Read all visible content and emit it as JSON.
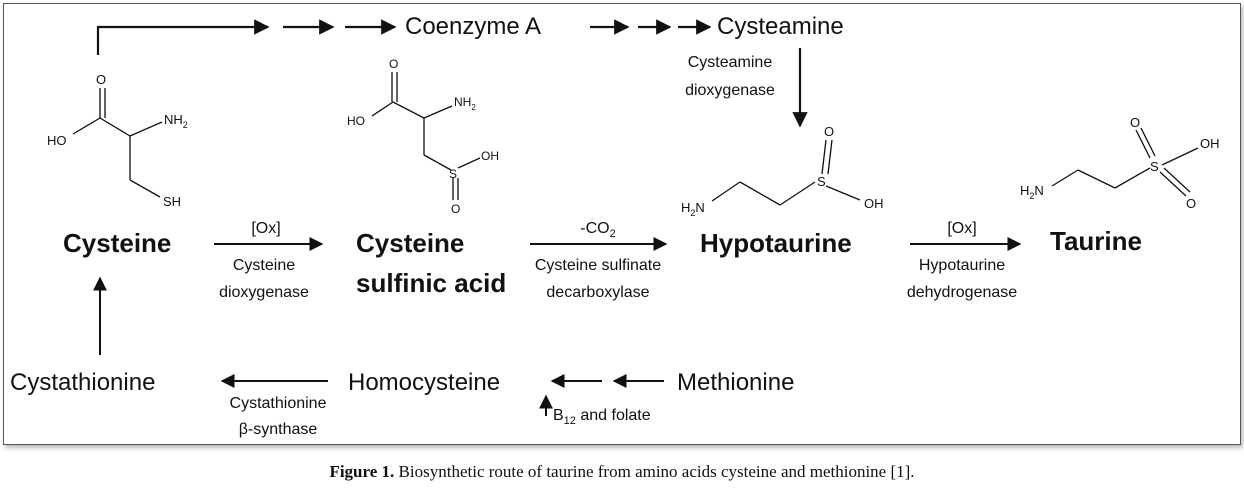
{
  "compounds": {
    "coenzyme_a": "Coenzyme A",
    "cysteamine": "Cysteamine",
    "cysteine": "Cysteine",
    "cysteine_sulfinic_1": "Cysteine",
    "cysteine_sulfinic_2": "sulfinic acid",
    "hypotaurine": "Hypotaurine",
    "taurine": "Taurine",
    "cystathionine": "Cystathionine",
    "homocysteine": "Homocysteine",
    "methionine": "Methionine"
  },
  "enzymes": {
    "cysteamine_dioxygenase_1": "Cysteamine",
    "cysteamine_dioxygenase_2": "dioxygenase",
    "ox_1": "[Ox]",
    "cysteine_dioxygenase_1": "Cysteine",
    "cysteine_dioxygenase_2": "dioxygenase",
    "minus_co2": "-CO",
    "minus_co2_sub": "2",
    "csd_1": "Cysteine sulfinate",
    "csd_2": "decarboxylase",
    "ox_2": "[Ox]",
    "hypotaurine_dh_1": "Hypotaurine",
    "hypotaurine_dh_2": "dehydrogenase",
    "cbs_1": "Cystathionine",
    "cbs_2": "β-synthase",
    "b12_prefix": "B",
    "b12_sub": "12",
    "b12_suffix": " and folate"
  },
  "atoms": {
    "o": "O",
    "ho": "HO",
    "oh": "OH",
    "nh": "NH",
    "h2n": "H",
    "h2n_n": "N",
    "sub2": "2",
    "sh": "SH",
    "s": "S"
  },
  "caption": {
    "label": "Figure 1.",
    "text": " Biosynthetic route of taurine from amino acids cysteine and methionine [1]."
  }
}
